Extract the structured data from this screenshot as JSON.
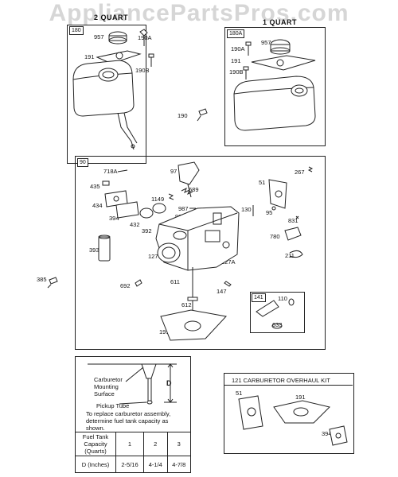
{
  "watermark": "AppliancePartsPros.com",
  "panel_180": {
    "tag": "180",
    "title": "2 QUART",
    "labels": {
      "cap": "957",
      "screw_a": "190A",
      "bracket": "191",
      "screw_b": "190B"
    }
  },
  "panel_180A": {
    "tag": "180A",
    "title": "1 QUART",
    "labels": {
      "cap": "957",
      "screw_a": "190A",
      "bracket": "191",
      "screw_b": "190B"
    }
  },
  "loose_190": "190",
  "loose_385": "385",
  "panel_90": {
    "tag": "90",
    "labels": {
      "p718A": "718A",
      "p97": "97",
      "p267": "267",
      "p435": "435",
      "p689": "689",
      "p51": "51",
      "p1149": "1149",
      "p987": "987",
      "p434": "434",
      "p394": "394",
      "p130": "130",
      "p95": "95",
      "p987A": "987A",
      "p432": "432",
      "p392": "392",
      "p831": "831",
      "p780": "780",
      "p393": "393",
      "p127": "127",
      "p211": "211",
      "p127A": "127A",
      "p692": "692",
      "p611": "611",
      "p147": "147",
      "p612": "612",
      "p191": "191"
    },
    "sub141": {
      "tag": "141",
      "p110": "110",
      "p633": "633"
    }
  },
  "fuel_table": {
    "diagram_labels": {
      "mounting": "Carburetor Mounting Surface",
      "pickup": "Pickup Tube",
      "dim": "D"
    },
    "note": "To replace carburetor assembly, determine fuel tank capacity as shown.",
    "header": [
      "Fuel Tank Capacity (Quarts)",
      "1",
      "2",
      "3"
    ],
    "row": [
      "D (Inches)",
      "2-5/16",
      "4-1/4",
      "4-7/8"
    ]
  },
  "kit_121": {
    "title": "121 CARBURETOR OVERHAUL KIT",
    "labels": {
      "p51": "51",
      "p191": "191",
      "p394": "394"
    }
  }
}
